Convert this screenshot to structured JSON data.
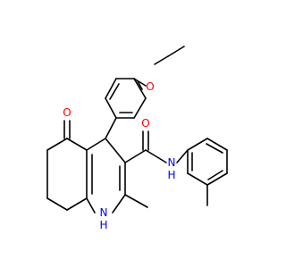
{
  "atoms": {
    "o_ether": {
      "text": "O"
    },
    "o_ketone": {
      "text": "O"
    },
    "o_amide": {
      "text": "O"
    },
    "n_amide": {
      "text": "N"
    },
    "h_amide": {
      "text": "H"
    },
    "h_ring": {
      "text": "H"
    },
    "n_ring": {
      "text": "N"
    }
  },
  "colors": {
    "bond": "#000000",
    "oxygen": "#ff0000",
    "nitrogen": "#0000ff",
    "background": "#ffffff"
  }
}
